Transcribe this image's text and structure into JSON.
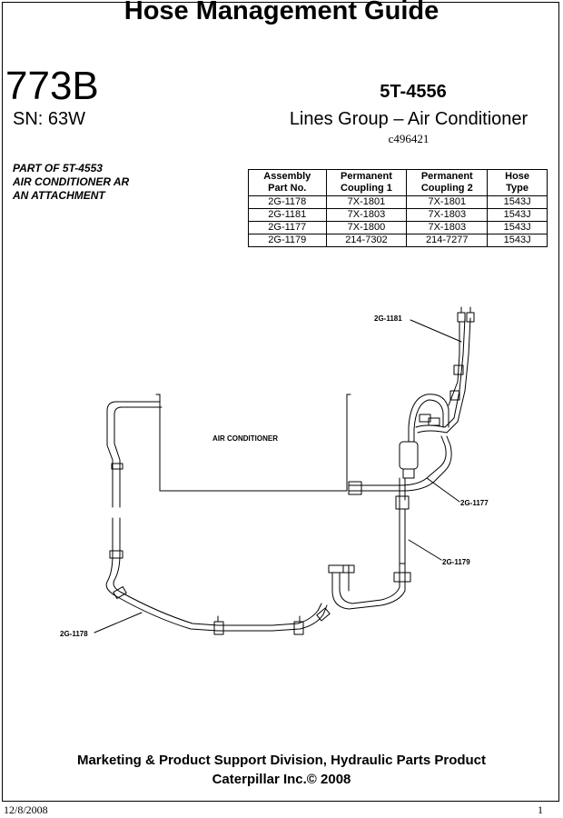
{
  "header": {
    "title": "Hose Management Guide",
    "model": "773B",
    "serial": "SN: 63W",
    "part_number": "5T-4556",
    "group_name": "Lines Group – Air Conditioner",
    "doc_code": "c496421"
  },
  "note": {
    "lines": [
      "PART OF 5T-4553",
      "AIR CONDITIONER AR",
      "AN ATTACHMENT"
    ]
  },
  "parts_table": {
    "headers": [
      [
        "Assembly",
        "Part No."
      ],
      [
        "Permanent",
        "Coupling 1"
      ],
      [
        "Permanent",
        "Coupling 2"
      ],
      [
        "Hose",
        "Type"
      ]
    ],
    "rows": [
      [
        "2G-1178",
        "7X-1801",
        "7X-1801",
        "1543J"
      ],
      [
        "2G-1181",
        "7X-1803",
        "7X-1803",
        "1543J"
      ],
      [
        "2G-1177",
        "7X-1800",
        "7X-1803",
        "1543J"
      ],
      [
        "2G-1179",
        "214-7302",
        "214-7277",
        "1543J"
      ]
    ]
  },
  "diagram": {
    "unit_label": "AIR CONDITIONER",
    "callouts": [
      "2G-1181",
      "2G-1177",
      "2G-1179",
      "2G-1178"
    ]
  },
  "footer": {
    "line1": "Marketing & Product Support Division, Hydraulic Parts Product",
    "line2": "Caterpillar Inc.© 2008",
    "date": "12/8/2008",
    "page": "1"
  }
}
